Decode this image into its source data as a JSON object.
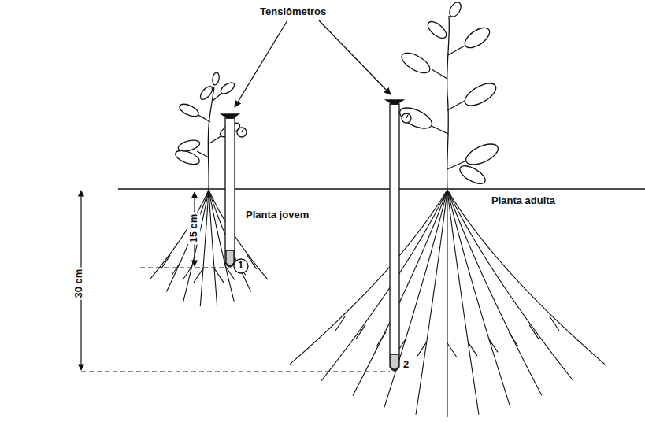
{
  "diagram": {
    "labels": [
      "Tensiômetros",
      "Planta jovem",
      "Planta adulta",
      "15 cm",
      "30 cm",
      "1",
      "2"
    ]
  }
}
